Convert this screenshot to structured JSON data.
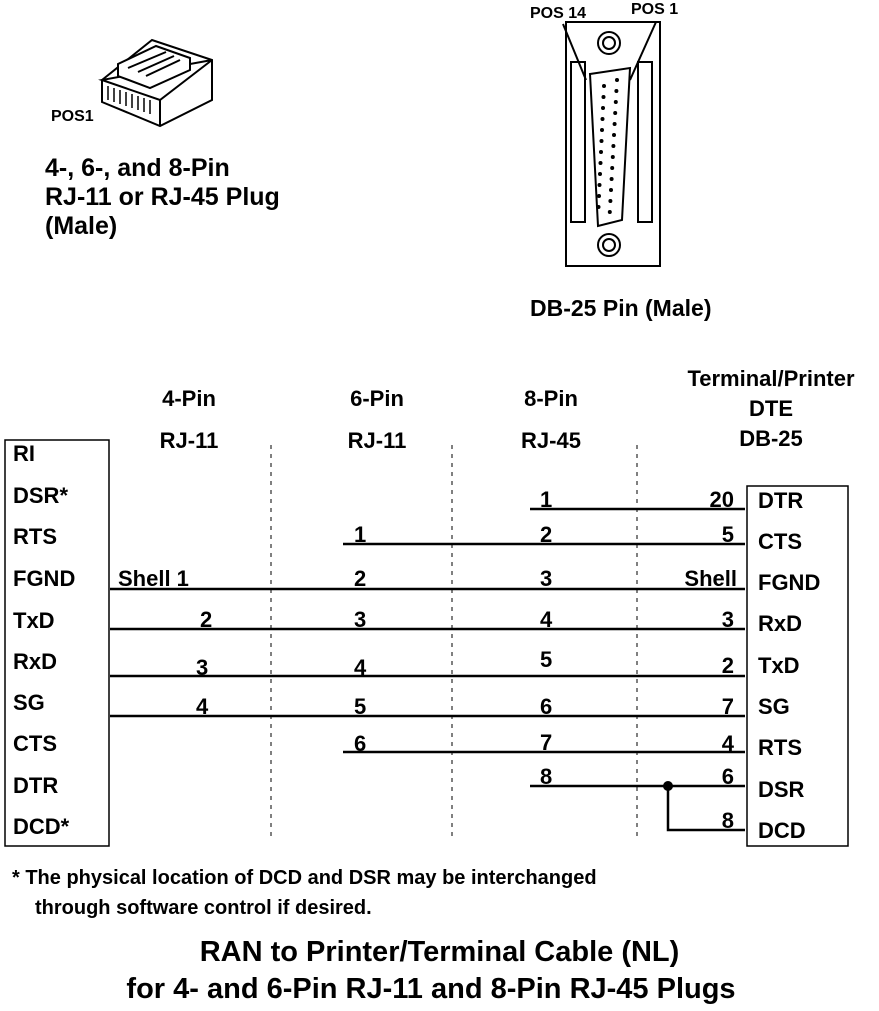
{
  "rj_plug": {
    "pos_label": "POS1",
    "caption": [
      "4-, 6-, and 8-Pin",
      "RJ-11 or RJ-45 Plug",
      "(Male)"
    ]
  },
  "db25": {
    "pos14_label": "POS 14",
    "pos1_label": "POS 1",
    "caption": "DB-25 Pin (Male)"
  },
  "columns": {
    "c4": [
      "4-Pin",
      "RJ-11"
    ],
    "c6": [
      "6-Pin",
      "RJ-11"
    ],
    "c8": [
      "8-Pin",
      "RJ-45"
    ],
    "dte": [
      "Terminal/Printer",
      "DTE",
      "DB-25"
    ]
  },
  "left_signals": [
    "RI",
    "DSR*",
    "RTS",
    "FGND",
    "TxD",
    "RxD",
    "SG",
    "CTS",
    "DTR",
    "DCD*"
  ],
  "right_signals": [
    "DTR",
    "CTS",
    "FGND",
    "RxD",
    "TxD",
    "SG",
    "RTS",
    "DSR",
    "DCD"
  ],
  "pins": {
    "c4": [
      "Shell  1",
      "2",
      "3",
      "4"
    ],
    "c6": [
      "1",
      "2",
      "3",
      "4",
      "5",
      "6"
    ],
    "c8": [
      "1",
      "2",
      "3",
      "4",
      "5",
      "6",
      "7",
      "8"
    ],
    "db25": [
      "20",
      "5",
      "Shell",
      "3",
      "2",
      "7",
      "4",
      "6",
      "8"
    ]
  },
  "footnote": [
    "* The physical location of DCD and DSR may be interchanged",
    "through software control if desired."
  ],
  "title": [
    "RAN to Printer/Terminal Cable (NL)",
    "for 4- and 6-Pin RJ-11 and 8-Pin RJ-45 Plugs"
  ]
}
